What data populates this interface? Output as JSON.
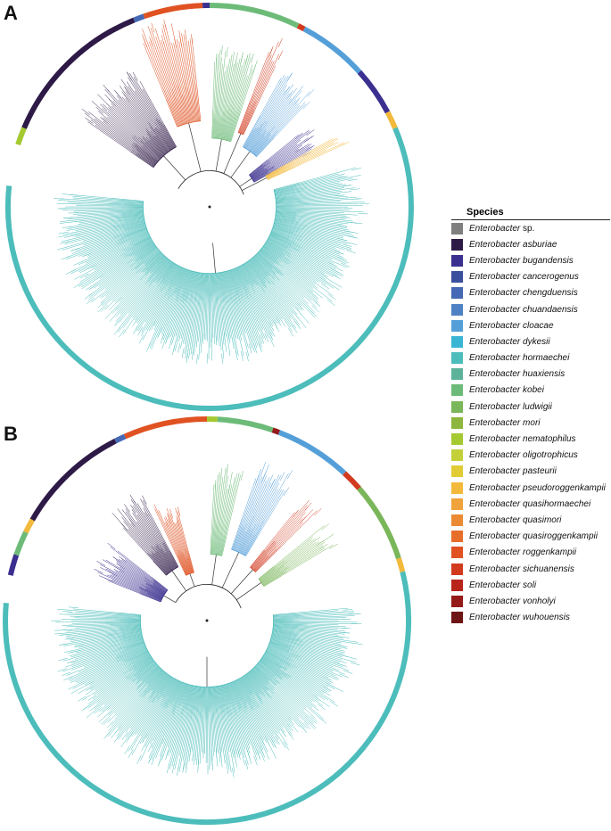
{
  "panels": [
    {
      "label": "A"
    },
    {
      "label": "B"
    }
  ],
  "legend": {
    "title": "Species",
    "items": [
      {
        "genus": "Enterobacter",
        "species": "sp.",
        "species_italic": false,
        "color": "#7f7f7f"
      },
      {
        "genus": "Enterobacter",
        "species": "asburiae",
        "species_italic": true,
        "color": "#2e1a47"
      },
      {
        "genus": "Enterobacter",
        "species": "bugandensis",
        "species_italic": true,
        "color": "#3b2f8f"
      },
      {
        "genus": "Enterobacter",
        "species": "cancerogenus",
        "species_italic": true,
        "color": "#3a4f9e"
      },
      {
        "genus": "Enterobacter",
        "species": "chengduensis",
        "species_italic": true,
        "color": "#4569b4"
      },
      {
        "genus": "Enterobacter",
        "species": "chuandaensis",
        "species_italic": true,
        "color": "#4f82c4"
      },
      {
        "genus": "Enterobacter",
        "species": "cloacae",
        "species_italic": true,
        "color": "#559fd9"
      },
      {
        "genus": "Enterobacter",
        "species": "dykesii",
        "species_italic": true,
        "color": "#3bb5d4"
      },
      {
        "genus": "Enterobacter",
        "species": "hormaechei",
        "species_italic": true,
        "color": "#4cbdbb"
      },
      {
        "genus": "Enterobacter",
        "species": "huaxiensis",
        "species_italic": true,
        "color": "#5db39a"
      },
      {
        "genus": "Enterobacter",
        "species": "kobei",
        "species_italic": true,
        "color": "#6dbb78"
      },
      {
        "genus": "Enterobacter",
        "species": "ludwigii",
        "species_italic": true,
        "color": "#7ab65a"
      },
      {
        "genus": "Enterobacter",
        "species": "mori",
        "species_italic": true,
        "color": "#8cb63d"
      },
      {
        "genus": "Enterobacter",
        "species": "nematophilus",
        "species_italic": true,
        "color": "#a5c930"
      },
      {
        "genus": "Enterobacter",
        "species": "oligotrophicus",
        "species_italic": true,
        "color": "#c3d03a"
      },
      {
        "genus": "Enterobacter",
        "species": "pasteurii",
        "species_italic": true,
        "color": "#e2cc35"
      },
      {
        "genus": "Enterobacter",
        "species": "pseudoroggenkampii",
        "species_italic": true,
        "color": "#f2b93b"
      },
      {
        "genus": "Enterobacter",
        "species": "quasihormaechei",
        "species_italic": true,
        "color": "#f0a23c"
      },
      {
        "genus": "Enterobacter",
        "species": "quasimori",
        "species_italic": true,
        "color": "#ec8a33"
      },
      {
        "genus": "Enterobacter",
        "species": "quasiroggenkampii",
        "species_italic": true,
        "color": "#e66e2a"
      },
      {
        "genus": "Enterobacter",
        "species": "roggenkampii",
        "species_italic": true,
        "color": "#e05222"
      },
      {
        "genus": "Enterobacter",
        "species": "sichuanensis",
        "species_italic": true,
        "color": "#d23a1f"
      },
      {
        "genus": "Enterobacter",
        "species": "soli",
        "species_italic": true,
        "color": "#b8231b"
      },
      {
        "genus": "Enterobacter",
        "species": "vonholyi",
        "species_italic": true,
        "color": "#951a1a"
      },
      {
        "genus": "Enterobacter",
        "species": "wuhouensis",
        "species_italic": true,
        "color": "#6e1414"
      }
    ]
  },
  "trees": [
    {
      "panel": "A",
      "ring": [
        {
          "species": "asburiae",
          "from": 293,
          "to": 338
        },
        {
          "species": "nematophilus",
          "from": 288,
          "to": 293
        },
        {
          "species": "chengduensis",
          "from": 338,
          "to": 341
        },
        {
          "species": "roggenkampii",
          "from": 341,
          "to": 358
        },
        {
          "species": "bugandensis",
          "from": 358,
          "to": 360
        },
        {
          "species": "kobei",
          "from": 360,
          "to": 26
        },
        {
          "species": "sichuanensis",
          "from": 26,
          "to": 28
        },
        {
          "species": "cloacae",
          "from": 28,
          "to": 48
        },
        {
          "species": "bugandensis",
          "from": 48,
          "to": 62
        },
        {
          "species": "pseudoroggenkampii",
          "from": 62,
          "to": 67
        },
        {
          "species": "hormaechei",
          "from": 67,
          "to": 276
        }
      ],
      "clades": [
        {
          "species": "asburiae",
          "angle": 318,
          "span": 26,
          "depth": 0.62
        },
        {
          "species": "roggenkampii",
          "angle": 346,
          "span": 16,
          "depth": 0.78
        },
        {
          "species": "kobei",
          "angle": 10,
          "span": 16,
          "depth": 0.62
        },
        {
          "species": "sichuanensis",
          "angle": 23,
          "span": 4,
          "depth": 0.72
        },
        {
          "species": "cloacae",
          "angle": 36,
          "span": 14,
          "depth": 0.62
        },
        {
          "species": "bugandensis",
          "angle": 56,
          "span": 10,
          "depth": 0.46
        },
        {
          "species": "pseudoroggenkampii",
          "angle": 63,
          "span": 4,
          "depth": 0.58
        },
        {
          "species": "hormaechei",
          "angle": 175,
          "span": 200,
          "depth": 0.6
        }
      ]
    },
    {
      "panel": "B",
      "ring": [
        {
          "species": "bugandensis",
          "from": 283,
          "to": 289
        },
        {
          "species": "kobei",
          "from": 289,
          "to": 296
        },
        {
          "species": "pseudoroggenkampii",
          "from": 296,
          "to": 300
        },
        {
          "species": "asburiae",
          "from": 300,
          "to": 333
        },
        {
          "species": "chengduensis",
          "from": 333,
          "to": 336
        },
        {
          "species": "roggenkampii",
          "from": 336,
          "to": 360
        },
        {
          "species": "nematophilus",
          "from": 360,
          "to": 3
        },
        {
          "species": "kobei",
          "from": 3,
          "to": 19
        },
        {
          "species": "vonholyi",
          "from": 19,
          "to": 21
        },
        {
          "species": "cloacae",
          "from": 21,
          "to": 43
        },
        {
          "species": "sichuanensis",
          "from": 43,
          "to": 49
        },
        {
          "species": "ludwigii",
          "from": 49,
          "to": 72
        },
        {
          "species": "pseudoroggenkampii",
          "from": 72,
          "to": 76
        },
        {
          "species": "hormaechei",
          "from": 76,
          "to": 275
        }
      ],
      "clades": [
        {
          "species": "bugandensis",
          "angle": 300,
          "span": 16,
          "depth": 0.45
        },
        {
          "species": "roggenkampii",
          "angle": 340,
          "span": 10,
          "depth": 0.45
        },
        {
          "species": "asburiae",
          "angle": 325,
          "span": 14,
          "depth": 0.55
        },
        {
          "species": "kobei",
          "angle": 8,
          "span": 10,
          "depth": 0.6
        },
        {
          "species": "cloacae",
          "angle": 25,
          "span": 12,
          "depth": 0.68
        },
        {
          "species": "sichuanensis",
          "angle": 42,
          "span": 6,
          "depth": 0.62
        },
        {
          "species": "ludwigii",
          "angle": 55,
          "span": 8,
          "depth": 0.6
        },
        {
          "species": "hormaechei",
          "angle": 180,
          "span": 190,
          "depth": 0.6
        }
      ]
    }
  ]
}
